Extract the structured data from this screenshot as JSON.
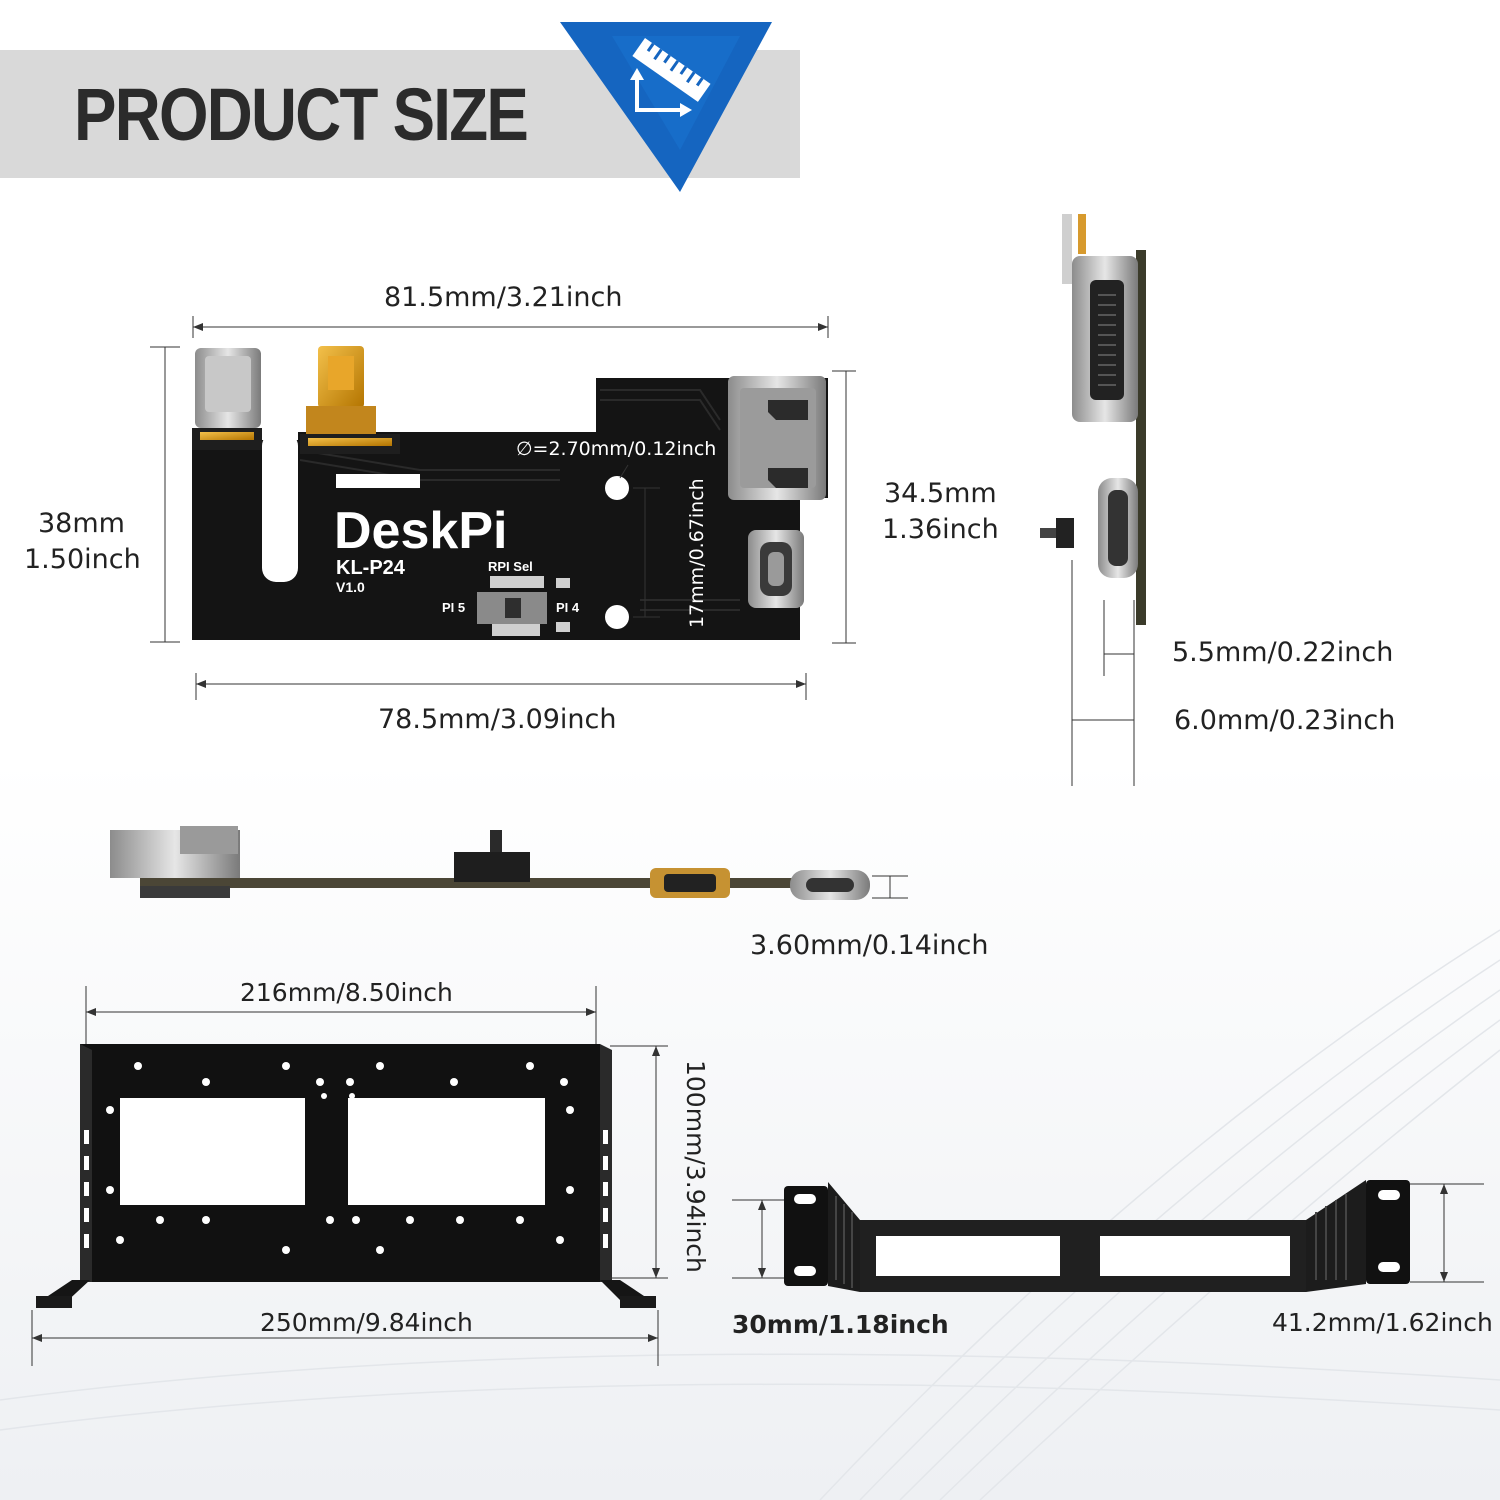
{
  "header": {
    "title": "PRODUCT SIZE",
    "accent_color": "#1565c0",
    "icon": "ruler-icon"
  },
  "pcb": {
    "brand": "DeskPi",
    "model": "KL-P24",
    "version": "V1.0",
    "switch_label": "RPI Sel",
    "switch_left": "PI 5",
    "switch_right": "PI 4"
  },
  "dimensions": {
    "pcb_top_width": "81.5mm/3.21inch",
    "pcb_bottom_width": "78.5mm/3.09inch",
    "pcb_left_height_mm": "38mm",
    "pcb_left_height_in": "1.50inch",
    "pcb_right_height_mm": "34.5mm",
    "pcb_right_height_in": "1.36inch",
    "hole_diameter": "∅=2.70mm/0.12inch",
    "hole_spacing": "17mm/0.67inch",
    "side_usbc_depth": "5.5mm/0.22inch",
    "side_hdmi_depth": "6.0mm/0.23inch",
    "profile_thickness": "3.60mm/0.14inch",
    "bracket_inner_width": "216mm/8.50inch",
    "bracket_outer_width": "250mm/9.84inch",
    "bracket_height": "100mm/3.94inch",
    "tray_height_small": "30mm/1.18inch",
    "tray_height_large": "41.2mm/1.62inch"
  }
}
